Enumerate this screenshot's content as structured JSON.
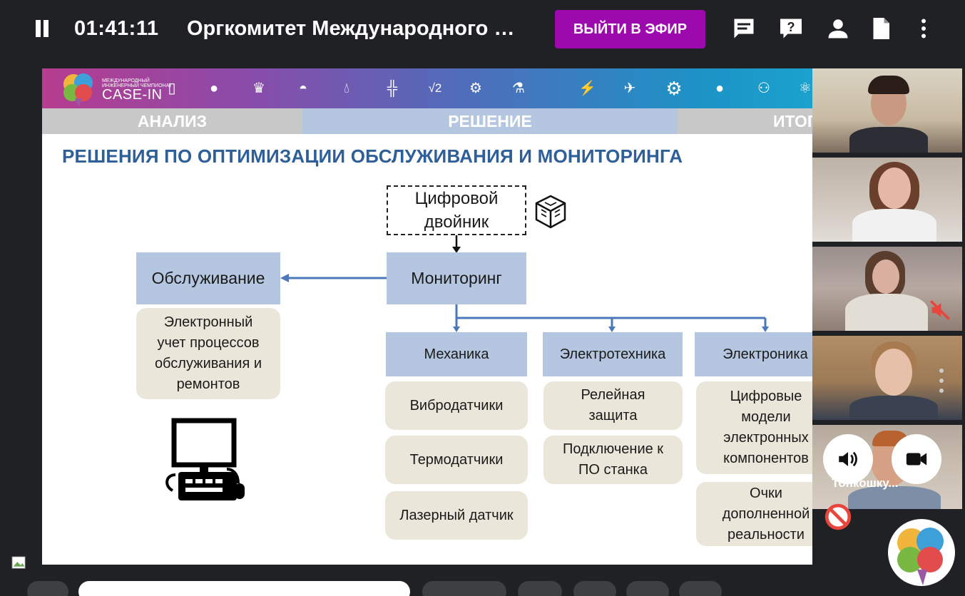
{
  "header": {
    "timer": "01:41:11",
    "title": "Оргкомитет Международного …",
    "go_live_label": "ВЫЙТИ В ЭФИР",
    "icons": [
      "chat-icon",
      "help-icon",
      "person-icon",
      "document-icon",
      "more-vert-icon"
    ]
  },
  "slide": {
    "logo": {
      "line1": "МЕЖДУНАРОДНЫЙ",
      "line2": "ИНЖЕНЕРНЫЙ ЧЕМПИОНАТ",
      "brand": "CASE-IN"
    },
    "tabs": [
      {
        "label": "АНАЛИЗ",
        "color": "#c8c8c8"
      },
      {
        "label": "РЕШЕНИЕ",
        "color": "#b4c6e0"
      },
      {
        "label": "ИТОГ",
        "color": "#c8c8c8"
      }
    ],
    "title": "РЕШЕНИЯ ПО ОПТИМИЗАЦИИ ОБСЛУЖИВАНИЯ И МОНИТОРИНГА",
    "digital_twin": {
      "line1": "Цифровой",
      "line2": "двойник"
    },
    "maintenance": "Обслуживание",
    "maintenance_detail": {
      "line1": "Электронный",
      "line2": "учет процессов",
      "line3": "обслуживания и",
      "line4": "ремонтов"
    },
    "monitoring": "Мониторинг",
    "mechanics": "Механика",
    "mechanics_items": [
      "Вибродатчики",
      "Термодатчики",
      "Лазерный датчик"
    ],
    "electrical": "Электротехника",
    "electrical_items": [
      {
        "line1": "Релейная",
        "line2": "защита"
      },
      {
        "line1": "Подключение к",
        "line2": "ПО станка"
      }
    ],
    "electronics": "Электроника",
    "electronics_items": [
      {
        "line1": "Цифровые",
        "line2": "модели",
        "line3": "электронных",
        "line4": "компонентов"
      },
      {
        "line1": "Очки",
        "line2": "дополненной",
        "line3": "реальности"
      }
    ]
  },
  "participants": {
    "tile5_label": "Тонкошку..."
  },
  "colors": {
    "accent": "#9c0aad",
    "slide_title": "#2e5f98",
    "box_blue": "#b4c6e0",
    "box_beige": "#eae6d9",
    "arrow": "#4a78b8"
  }
}
